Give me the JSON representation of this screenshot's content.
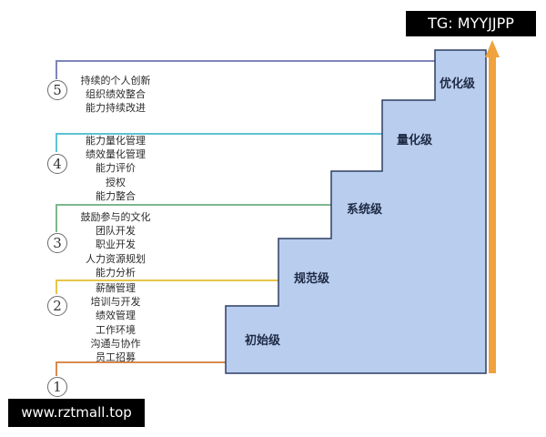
{
  "levels": [
    {
      "name": "初始级"
    },
    {
      "name": "规范级"
    },
    {
      "name": "系统级"
    },
    {
      "name": "量化级"
    },
    {
      "name": "优化级"
    }
  ],
  "groups": [
    {
      "number": "1",
      "color": "#d98a4e",
      "items": []
    },
    {
      "number": "2",
      "color": "#e6c547",
      "items": [
        "薪酬管理",
        "培训与开发",
        "绩效管理",
        "工作环境",
        "沟通与协作",
        "员工招募"
      ]
    },
    {
      "number": "3",
      "color": "#7cb88d",
      "items": [
        "鼓励参与的文化",
        "团队开发",
        "职业开发",
        "人力资源规划",
        "能力分析"
      ]
    },
    {
      "number": "4",
      "color": "#5cc3d6",
      "items": [
        "能力量化管理",
        "绩效量化管理",
        "能力评价",
        "授权",
        "能力整合"
      ]
    },
    {
      "number": "5",
      "color": "#7d86b8",
      "items": [
        "持续的个人创新",
        "组织绩效整合",
        "能力持续改进"
      ]
    }
  ],
  "colors": {
    "stair_fill": "#b9cdee",
    "stair_stroke": "#2d3f63",
    "arrow": "#f0a23e"
  },
  "watermarks": {
    "top_right": "TG: MYYJJPP",
    "bottom_left": "www.rztmall.top"
  }
}
